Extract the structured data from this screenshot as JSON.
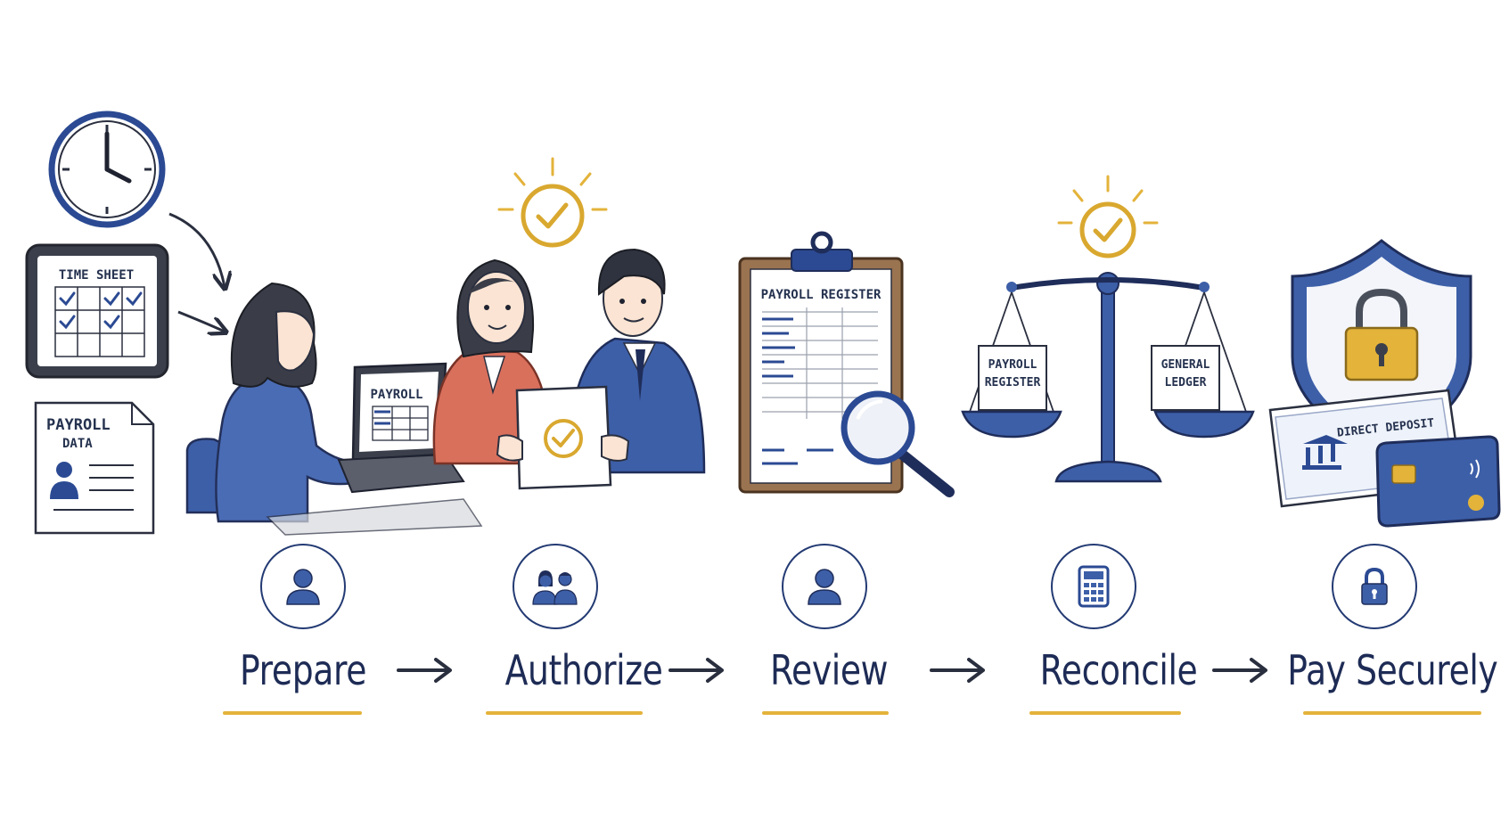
{
  "illustrations": {
    "time_sheet_label": "TIME SHEET",
    "payroll_data_label_1": "PAYROLL",
    "payroll_data_label_2": "DATA",
    "laptop_label": "PAYROLL",
    "register_label": "PAYROLL REGISTER",
    "scale_left_label_1": "PAYROLL",
    "scale_left_label_2": "REGISTER",
    "scale_right_label_1": "GENERAL",
    "scale_right_label_2": "LEDGER",
    "direct_deposit_label": "DIRECT DEPOSIT"
  },
  "steps": [
    {
      "label": "Prepare",
      "icon": "person-icon"
    },
    {
      "label": "Authorize",
      "icon": "two-people-icon"
    },
    {
      "label": "Review",
      "icon": "person-icon"
    },
    {
      "label": "Reconcile",
      "icon": "calculator-icon"
    },
    {
      "label": "Pay Securely",
      "icon": "lock-icon"
    }
  ],
  "colors": {
    "navy": "#233a73",
    "blue": "#3d5fa8",
    "gold": "#e3b33a",
    "coral": "#d9705c"
  }
}
